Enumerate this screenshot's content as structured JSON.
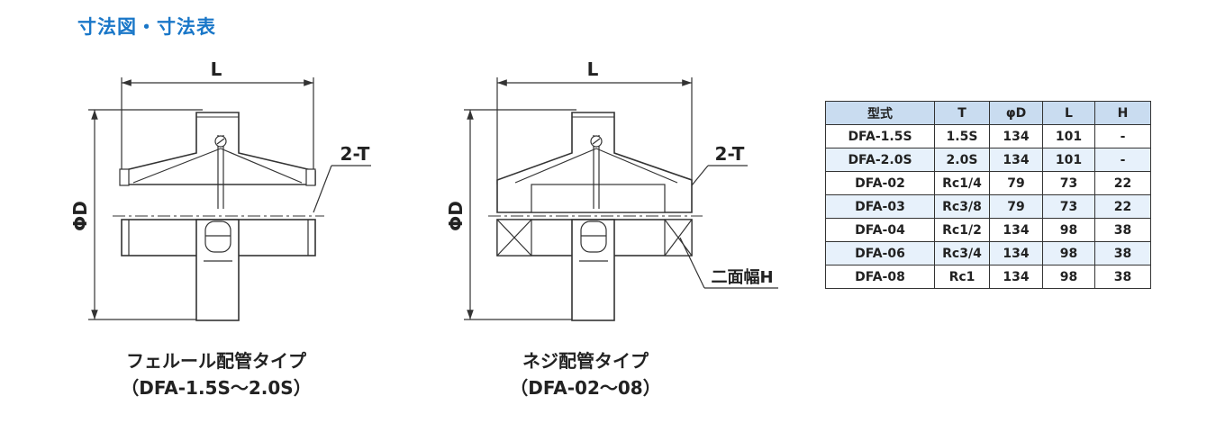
{
  "page_title": "寸法図・寸法表",
  "drawing1": {
    "dim_length": "L",
    "dim_diameter": "ΦD",
    "port_label": "2-T",
    "caption_line1": "フェルール配管タイプ",
    "caption_line2": "（DFA-1.5S～2.0S）"
  },
  "drawing2": {
    "dim_length": "L",
    "dim_diameter": "ΦD",
    "port_label": "2-T",
    "flats_label": "二面幅H",
    "caption_line1": "ネジ配管タイプ",
    "caption_line2": "（DFA-02～08）"
  },
  "table": {
    "headers": [
      "型式",
      "T",
      "φD",
      "L",
      "H"
    ],
    "rows": [
      [
        "DFA-1.5S",
        "1.5S",
        "134",
        "101",
        "-"
      ],
      [
        "DFA-2.0S",
        "2.0S",
        "134",
        "101",
        "-"
      ],
      [
        "DFA-02",
        "Rc1/4",
        "79",
        "73",
        "22"
      ],
      [
        "DFA-03",
        "Rc3/8",
        "79",
        "73",
        "22"
      ],
      [
        "DFA-04",
        "Rc1/2",
        "134",
        "98",
        "38"
      ],
      [
        "DFA-06",
        "Rc3/4",
        "134",
        "98",
        "38"
      ],
      [
        "DFA-08",
        "Rc1",
        "134",
        "98",
        "38"
      ]
    ]
  },
  "colors": {
    "title": "#1a77c8",
    "header_bg": "#c9dcf0",
    "alt_row_bg": "#e7f1fb"
  }
}
